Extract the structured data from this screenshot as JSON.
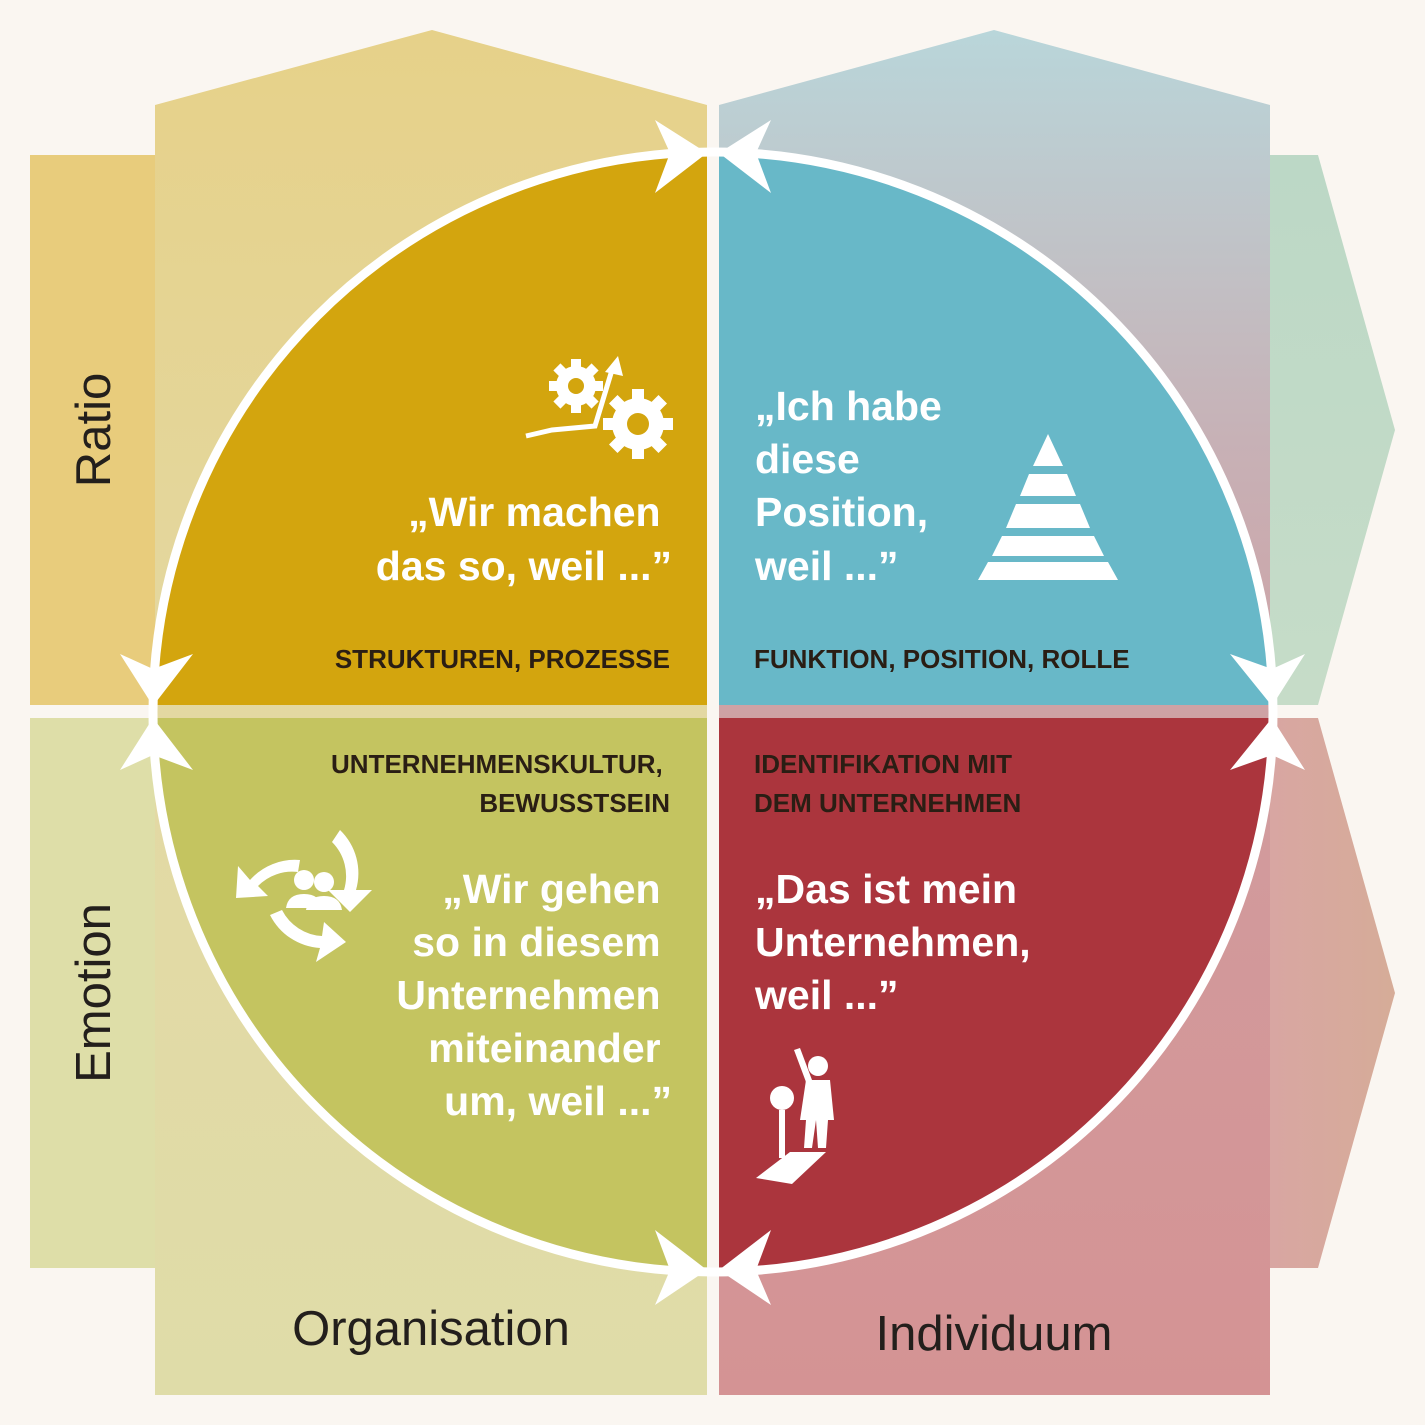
{
  "axes": {
    "row_top": "Ratio",
    "row_bottom": "Emotion",
    "col_left": "Organisation",
    "col_right": "Individuum"
  },
  "quadrants": {
    "top_left": {
      "caption": "STRUKTUREN, PROZESSE",
      "quote": [
        "„Wir machen",
        "das so, weil ...”"
      ],
      "icon": "gears-with-arrow-icon"
    },
    "top_right": {
      "caption": "FUNKTION, POSITION, ROLLE",
      "quote": [
        "„Ich habe",
        "diese",
        "Position,",
        "weil ...”"
      ],
      "icon": "pyramid-icon"
    },
    "bottom_left": {
      "caption": [
        "UNTERNEHMENSKULTUR,",
        "BEWUSSTSEIN"
      ],
      "quote": [
        "„Wir gehen",
        "so in diesem",
        "Unternehmen",
        "miteinander",
        "um, weil ...”"
      ],
      "icon": "people-cycle-icon"
    },
    "bottom_right": {
      "caption": [
        "IDENTIFIKATION MIT",
        "DEM UNTERNEHMEN"
      ],
      "quote": [
        "„Das ist mein",
        "Unternehmen,",
        "weil ...”"
      ],
      "icon": "person-with-pin-icon"
    }
  },
  "colors": {
    "background": "#faf6f1",
    "top_left_fill": "#d3a50e",
    "top_right_fill": "#68b8c8",
    "bottom_left_fill": "#c4c460",
    "bottom_right_fill": "#ab353d",
    "ratio_band": "#e8cc7c",
    "emotion_band": "#dedea8",
    "organisation_house": "#e3d6a0",
    "individuum_house": "#d39494"
  }
}
